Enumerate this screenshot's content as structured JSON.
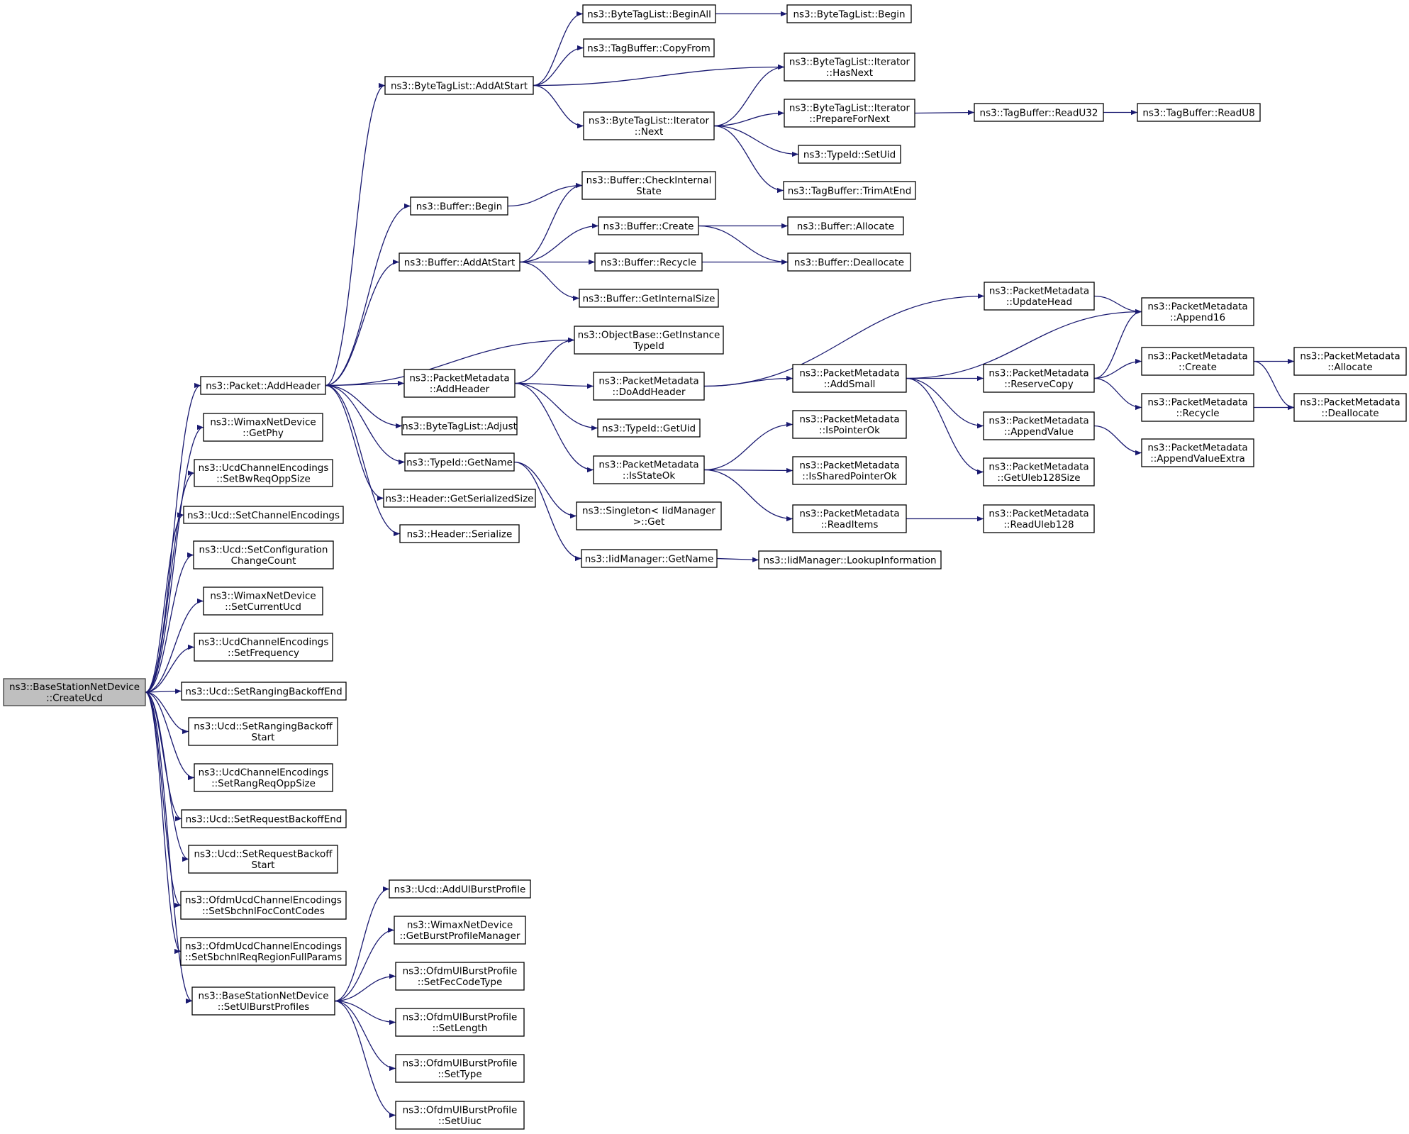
{
  "graph": {
    "root": "createucd",
    "nodes": [
      {
        "id": "createucd",
        "lines": [
          "ns3::BaseStationNetDevice",
          "::CreateUcd"
        ],
        "root": true
      },
      {
        "id": "addheader",
        "lines": [
          "ns3::Packet::AddHeader"
        ]
      },
      {
        "id": "getphy",
        "lines": [
          "ns3::WimaxNetDevice",
          "::GetPhy"
        ]
      },
      {
        "id": "setbwreq",
        "lines": [
          "ns3::UcdChannelEncodings",
          "::SetBwReqOppSize"
        ]
      },
      {
        "id": "setchanenc",
        "lines": [
          "ns3::Ucd::SetChannelEncodings"
        ]
      },
      {
        "id": "setconfchg",
        "lines": [
          "ns3::Ucd::SetConfiguration",
          "ChangeCount"
        ]
      },
      {
        "id": "setcurucd",
        "lines": [
          "ns3::WimaxNetDevice",
          "::SetCurrentUcd"
        ]
      },
      {
        "id": "setfreq",
        "lines": [
          "ns3::UcdChannelEncodings",
          "::SetFrequency"
        ]
      },
      {
        "id": "setrangend",
        "lines": [
          "ns3::Ucd::SetRangingBackoffEnd"
        ]
      },
      {
        "id": "setrangstart",
        "lines": [
          "ns3::Ucd::SetRangingBackoff",
          "Start"
        ]
      },
      {
        "id": "setrangreq",
        "lines": [
          "ns3::UcdChannelEncodings",
          "::SetRangReqOppSize"
        ]
      },
      {
        "id": "setreqend",
        "lines": [
          "ns3::Ucd::SetRequestBackoffEnd"
        ]
      },
      {
        "id": "setreqstart",
        "lines": [
          "ns3::Ucd::SetRequestBackoff",
          "Start"
        ]
      },
      {
        "id": "setsbfoc",
        "lines": [
          "ns3::OfdmUcdChannelEncodings",
          "::SetSbchnlFocContCodes"
        ]
      },
      {
        "id": "setsbreq",
        "lines": [
          "ns3::OfdmUcdChannelEncodings",
          "::SetSbchnlReqRegionFullParams"
        ]
      },
      {
        "id": "setulbp",
        "lines": [
          "ns3::BaseStationNetDevice",
          "::SetUlBurstProfiles"
        ]
      },
      {
        "id": "btl_addatstart",
        "lines": [
          "ns3::ByteTagList::AddAtStart"
        ]
      },
      {
        "id": "buf_begin",
        "lines": [
          "ns3::Buffer::Begin"
        ]
      },
      {
        "id": "buf_addatstart",
        "lines": [
          "ns3::Buffer::AddAtStart"
        ]
      },
      {
        "id": "pm_addheader",
        "lines": [
          "ns3::PacketMetadata",
          "::AddHeader"
        ]
      },
      {
        "id": "btl_adjust",
        "lines": [
          "ns3::ByteTagList::Adjust"
        ]
      },
      {
        "id": "tid_getname",
        "lines": [
          "ns3::TypeId::GetName"
        ]
      },
      {
        "id": "hdr_getsersize",
        "lines": [
          "ns3::Header::GetSerializedSize"
        ]
      },
      {
        "id": "hdr_serialize",
        "lines": [
          "ns3::Header::Serialize"
        ]
      },
      {
        "id": "btl_beginall",
        "lines": [
          "ns3::ByteTagList::BeginAll"
        ]
      },
      {
        "id": "tb_copyfrom",
        "lines": [
          "ns3::TagBuffer::CopyFrom"
        ]
      },
      {
        "id": "btli_next",
        "lines": [
          "ns3::ByteTagList::Iterator",
          "::Next"
        ]
      },
      {
        "id": "buf_checkint",
        "lines": [
          "ns3::Buffer::CheckInternal",
          "State"
        ]
      },
      {
        "id": "buf_create",
        "lines": [
          "ns3::Buffer::Create"
        ]
      },
      {
        "id": "buf_recycle",
        "lines": [
          "ns3::Buffer::Recycle"
        ]
      },
      {
        "id": "buf_getintsize",
        "lines": [
          "ns3::Buffer::GetInternalSize"
        ]
      },
      {
        "id": "ob_getinst",
        "lines": [
          "ns3::ObjectBase::GetInstance",
          "TypeId"
        ]
      },
      {
        "id": "pm_doaddheader",
        "lines": [
          "ns3::PacketMetadata",
          "::DoAddHeader"
        ]
      },
      {
        "id": "tid_getuid",
        "lines": [
          "ns3::TypeId::GetUid"
        ]
      },
      {
        "id": "pm_isstateok",
        "lines": [
          "ns3::PacketMetadata",
          "::IsStateOk"
        ]
      },
      {
        "id": "singleton_get",
        "lines": [
          "ns3::Singleton< IidManager",
          ">::Get"
        ]
      },
      {
        "id": "iid_getname",
        "lines": [
          "ns3::IidManager::GetName"
        ]
      },
      {
        "id": "btl_begin",
        "lines": [
          "ns3::ByteTagList::Begin"
        ]
      },
      {
        "id": "btli_hasnext",
        "lines": [
          "ns3::ByteTagList::Iterator",
          "::HasNext"
        ]
      },
      {
        "id": "btli_prepnext",
        "lines": [
          "ns3::ByteTagList::Iterator",
          "::PrepareForNext"
        ]
      },
      {
        "id": "tid_setuid",
        "lines": [
          "ns3::TypeId::SetUid"
        ]
      },
      {
        "id": "tb_trimatend",
        "lines": [
          "ns3::TagBuffer::TrimAtEnd"
        ]
      },
      {
        "id": "buf_allocate",
        "lines": [
          "ns3::Buffer::Allocate"
        ]
      },
      {
        "id": "buf_deallocate",
        "lines": [
          "ns3::Buffer::Deallocate"
        ]
      },
      {
        "id": "pm_updatehead",
        "lines": [
          "ns3::PacketMetadata",
          "::UpdateHead"
        ]
      },
      {
        "id": "pm_addsmall",
        "lines": [
          "ns3::PacketMetadata",
          "::AddSmall"
        ]
      },
      {
        "id": "pm_ispointerok",
        "lines": [
          "ns3::PacketMetadata",
          "::IsPointerOk"
        ]
      },
      {
        "id": "pm_issharedptrok",
        "lines": [
          "ns3::PacketMetadata",
          "::IsSharedPointerOk"
        ]
      },
      {
        "id": "pm_readitems",
        "lines": [
          "ns3::PacketMetadata",
          "::ReadItems"
        ]
      },
      {
        "id": "iid_lookup",
        "lines": [
          "ns3::IidManager::LookupInformation"
        ]
      },
      {
        "id": "tb_readu32",
        "lines": [
          "ns3::TagBuffer::ReadU32"
        ]
      },
      {
        "id": "tb_readu8",
        "lines": [
          "ns3::TagBuffer::ReadU8"
        ]
      },
      {
        "id": "pm_reservecopy",
        "lines": [
          "ns3::PacketMetadata",
          "::ReserveCopy"
        ]
      },
      {
        "id": "pm_appendvalue",
        "lines": [
          "ns3::PacketMetadata",
          "::AppendValue"
        ]
      },
      {
        "id": "pm_getuleb",
        "lines": [
          "ns3::PacketMetadata",
          "::GetUleb128Size"
        ]
      },
      {
        "id": "pm_readuleb",
        "lines": [
          "ns3::PacketMetadata",
          "::ReadUleb128"
        ]
      },
      {
        "id": "pm_append16",
        "lines": [
          "ns3::PacketMetadata",
          "::Append16"
        ]
      },
      {
        "id": "pm_create",
        "lines": [
          "ns3::PacketMetadata",
          "::Create"
        ]
      },
      {
        "id": "pm_recycle",
        "lines": [
          "ns3::PacketMetadata",
          "::Recycle"
        ]
      },
      {
        "id": "pm_appendvalex",
        "lines": [
          "ns3::PacketMetadata",
          "::AppendValueExtra"
        ]
      },
      {
        "id": "pm_allocate",
        "lines": [
          "ns3::PacketMetadata",
          "::Allocate"
        ]
      },
      {
        "id": "pm_deallocate",
        "lines": [
          "ns3::PacketMetadata",
          "::Deallocate"
        ]
      },
      {
        "id": "ucd_addulbp",
        "lines": [
          "ns3::Ucd::AddUlBurstProfile"
        ]
      },
      {
        "id": "wnd_getbpm",
        "lines": [
          "ns3::WimaxNetDevice",
          "::GetBurstProfileManager"
        ]
      },
      {
        "id": "oubp_setfec",
        "lines": [
          "ns3::OfdmUlBurstProfile",
          "::SetFecCodeType"
        ]
      },
      {
        "id": "oubp_setlen",
        "lines": [
          "ns3::OfdmUlBurstProfile",
          "::SetLength"
        ]
      },
      {
        "id": "oubp_settype",
        "lines": [
          "ns3::OfdmUlBurstProfile",
          "::SetType"
        ]
      },
      {
        "id": "oubp_setuiuc",
        "lines": [
          "ns3::OfdmUlBurstProfile",
          "::SetUiuc"
        ]
      }
    ],
    "edges": [
      [
        "createucd",
        "addheader"
      ],
      [
        "createucd",
        "getphy"
      ],
      [
        "createucd",
        "setbwreq"
      ],
      [
        "createucd",
        "setchanenc"
      ],
      [
        "createucd",
        "setconfchg"
      ],
      [
        "createucd",
        "setcurucd"
      ],
      [
        "createucd",
        "setfreq"
      ],
      [
        "createucd",
        "setrangend"
      ],
      [
        "createucd",
        "setrangstart"
      ],
      [
        "createucd",
        "setrangreq"
      ],
      [
        "createucd",
        "setreqend"
      ],
      [
        "createucd",
        "setreqstart"
      ],
      [
        "createucd",
        "setsbfoc"
      ],
      [
        "createucd",
        "setsbreq"
      ],
      [
        "createucd",
        "setulbp"
      ],
      [
        "addheader",
        "btl_addatstart"
      ],
      [
        "addheader",
        "buf_begin"
      ],
      [
        "addheader",
        "buf_addatstart"
      ],
      [
        "addheader",
        "ob_getinst"
      ],
      [
        "addheader",
        "pm_addheader"
      ],
      [
        "addheader",
        "btl_adjust"
      ],
      [
        "addheader",
        "tid_getname"
      ],
      [
        "addheader",
        "hdr_getsersize"
      ],
      [
        "addheader",
        "hdr_serialize"
      ],
      [
        "btl_addatstart",
        "btl_beginall"
      ],
      [
        "btl_addatstart",
        "tb_copyfrom"
      ],
      [
        "btl_addatstart",
        "btli_hasnext"
      ],
      [
        "btl_addatstart",
        "btli_next"
      ],
      [
        "btl_beginall",
        "btl_begin"
      ],
      [
        "btli_next",
        "btli_hasnext"
      ],
      [
        "btli_next",
        "btli_prepnext"
      ],
      [
        "btli_next",
        "tid_setuid"
      ],
      [
        "btli_next",
        "tb_trimatend"
      ],
      [
        "btli_prepnext",
        "tb_readu32"
      ],
      [
        "tb_readu32",
        "tb_readu8"
      ],
      [
        "buf_begin",
        "buf_checkint"
      ],
      [
        "buf_addatstart",
        "buf_checkint"
      ],
      [
        "buf_addatstart",
        "buf_create"
      ],
      [
        "buf_addatstart",
        "buf_recycle"
      ],
      [
        "buf_addatstart",
        "buf_getintsize"
      ],
      [
        "buf_create",
        "buf_allocate"
      ],
      [
        "buf_create",
        "buf_deallocate"
      ],
      [
        "buf_recycle",
        "buf_deallocate"
      ],
      [
        "pm_addheader",
        "ob_getinst"
      ],
      [
        "pm_addheader",
        "pm_doaddheader"
      ],
      [
        "pm_addheader",
        "tid_getuid"
      ],
      [
        "pm_addheader",
        "pm_isstateok"
      ],
      [
        "pm_doaddheader",
        "pm_updatehead"
      ],
      [
        "pm_doaddheader",
        "pm_addsmall"
      ],
      [
        "pm_updatehead",
        "pm_append16"
      ],
      [
        "pm_addsmall",
        "pm_append16"
      ],
      [
        "pm_addsmall",
        "pm_reservecopy"
      ],
      [
        "pm_addsmall",
        "pm_appendvalue"
      ],
      [
        "pm_addsmall",
        "pm_getuleb"
      ],
      [
        "pm_reservecopy",
        "pm_append16"
      ],
      [
        "pm_reservecopy",
        "pm_create"
      ],
      [
        "pm_reservecopy",
        "pm_recycle"
      ],
      [
        "pm_create",
        "pm_allocate"
      ],
      [
        "pm_create",
        "pm_deallocate"
      ],
      [
        "pm_recycle",
        "pm_deallocate"
      ],
      [
        "pm_appendvalue",
        "pm_appendvalex"
      ],
      [
        "pm_isstateok",
        "pm_ispointerok"
      ],
      [
        "pm_isstateok",
        "pm_issharedptrok"
      ],
      [
        "pm_isstateok",
        "pm_readitems"
      ],
      [
        "pm_readitems",
        "pm_readuleb"
      ],
      [
        "tid_getname",
        "singleton_get"
      ],
      [
        "tid_getname",
        "iid_getname"
      ],
      [
        "iid_getname",
        "iid_lookup"
      ],
      [
        "setulbp",
        "ucd_addulbp"
      ],
      [
        "setulbp",
        "wnd_getbpm"
      ],
      [
        "setulbp",
        "oubp_setfec"
      ],
      [
        "setulbp",
        "oubp_setlen"
      ],
      [
        "setulbp",
        "oubp_settype"
      ],
      [
        "setulbp",
        "oubp_setuiuc"
      ]
    ]
  }
}
